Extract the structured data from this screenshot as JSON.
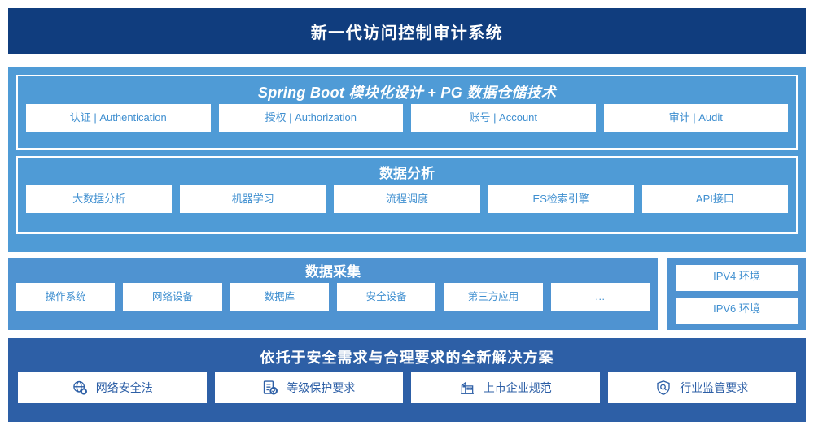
{
  "header": {
    "title": "新一代访问控制审计系统"
  },
  "platform": {
    "springboot": {
      "title": "Spring Boot 模块化设计 + PG 数据仓储技术",
      "items": [
        "认证 | Authentication",
        "授权 | Authorization",
        "账号 | Account",
        "审计 | Audit"
      ]
    },
    "analysis": {
      "title": "数据分析",
      "items": [
        "大数据分析",
        "机器学习",
        "流程调度",
        "ES检索引擎",
        "API接口"
      ]
    }
  },
  "collection": {
    "title": "数据采集",
    "items": [
      "操作系统",
      "网络设备",
      "数据库",
      "安全设备",
      "第三方应用",
      "…"
    ]
  },
  "ip_environment": {
    "items": [
      "IPV4 环境",
      "IPV6 环境"
    ]
  },
  "solution": {
    "title": "依托于安全需求与合理要求的全新解决方案",
    "items": [
      {
        "label": "网络安全法",
        "icon": "globe-shield-icon"
      },
      {
        "label": "等级保护要求",
        "icon": "clipboard-check-icon"
      },
      {
        "label": "上市企业规范",
        "icon": "building-icon"
      },
      {
        "label": "行业监管要求",
        "icon": "shield-search-icon"
      }
    ]
  },
  "colors": {
    "header_navy": "#103d7e",
    "panel_blue": "#4f9bd6",
    "solution_blue": "#2d5fa6",
    "chip_text": "#3f8fd0",
    "chip_bg": "#ffffff"
  }
}
